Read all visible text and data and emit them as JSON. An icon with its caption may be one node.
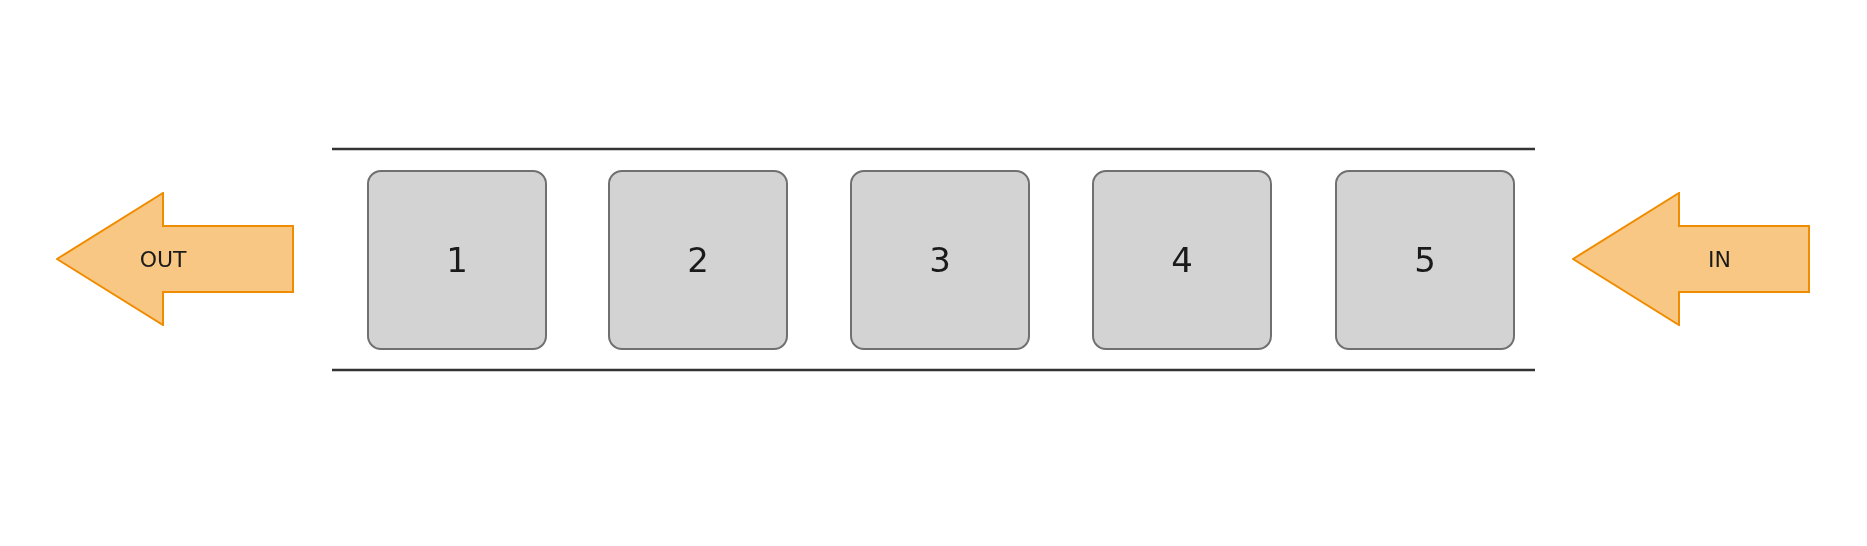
{
  "diagram": {
    "nodes": [
      {
        "text": [
          "OUT"
        ]
      },
      {
        "text": [
          "1"
        ]
      },
      {
        "text": [
          "2"
        ]
      },
      {
        "text": [
          "3"
        ]
      },
      {
        "text": [
          "4"
        ]
      },
      {
        "text": [
          "5"
        ]
      },
      {
        "text": [
          "IN"
        ]
      }
    ]
  }
}
